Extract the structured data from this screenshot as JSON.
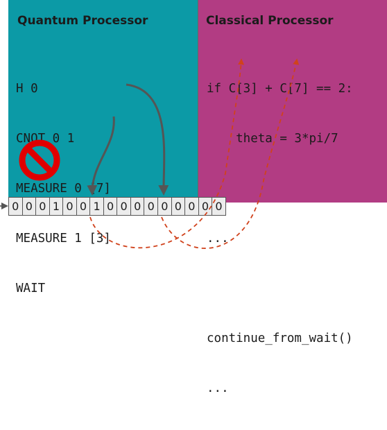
{
  "quantum_panel": {
    "title": "Quantum Processor",
    "code_lines": [
      "H 0",
      "CNOT 0 1",
      "MEASURE 0 [7]",
      "MEASURE 1 [3]",
      "WAIT"
    ],
    "color": "#0c9aa6"
  },
  "classical_panel": {
    "title": "Classical Processor",
    "code_lines": [
      "if C[3] + C[7] == 2:",
      "    theta = 3*pi/7",
      "",
      "...",
      "",
      "continue_from_wait()",
      "..."
    ],
    "color": "#b23c83"
  },
  "register": {
    "bits": [
      "0",
      "0",
      "0",
      "1",
      "0",
      "0",
      "1",
      "0",
      "0",
      "0",
      "0",
      "0",
      "0",
      "0",
      "0",
      "0"
    ]
  },
  "icons": {
    "stop": "prohibited-icon"
  },
  "colors": {
    "measure_arrow": "#555555",
    "feedback_arrow": "#d0421c",
    "stop_icon": "#e00000"
  }
}
